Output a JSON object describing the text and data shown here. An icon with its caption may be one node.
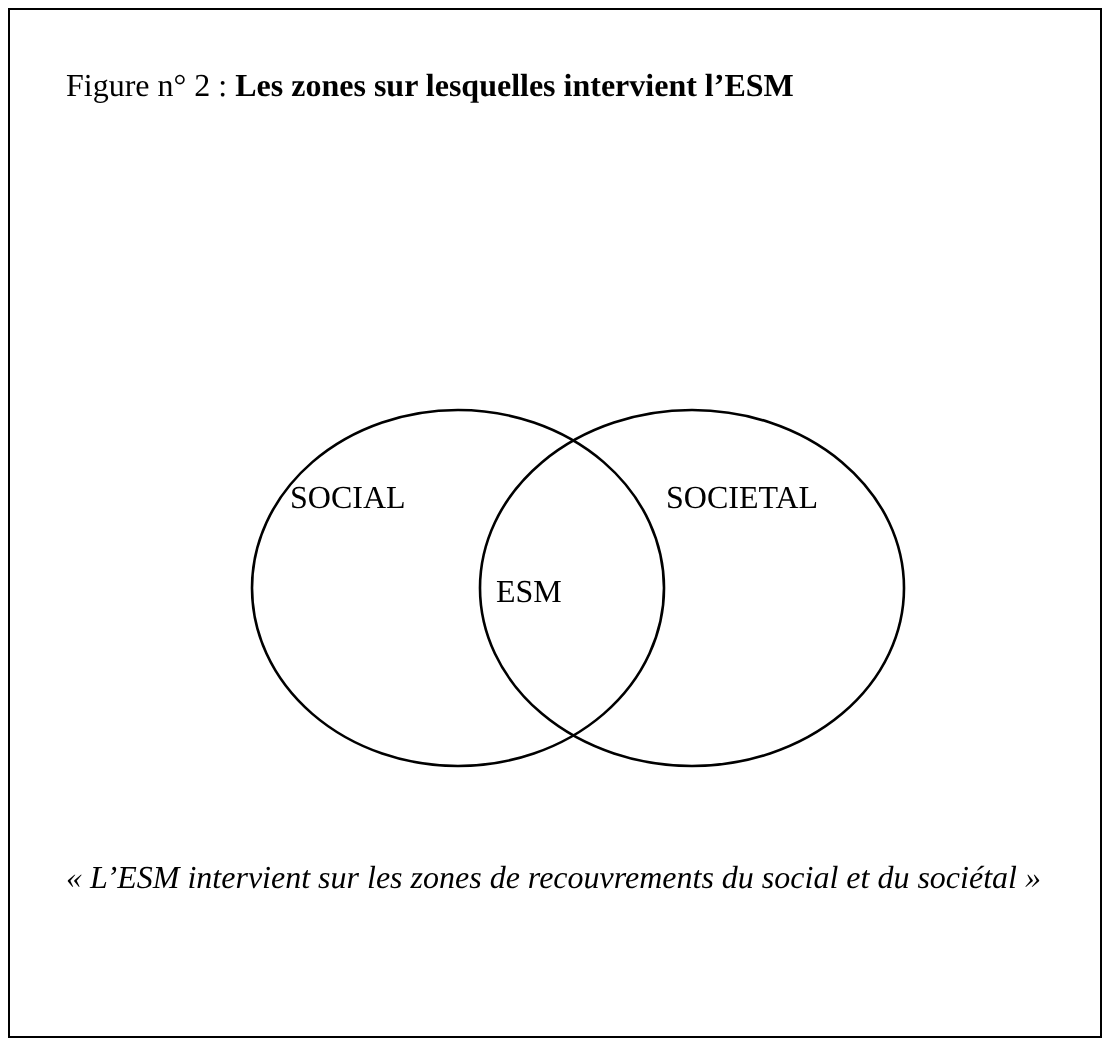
{
  "diagram": {
    "title": "Figure n° 2 : **Les zones sur lesquelles intervient l’ESM**",
    "nodes": [
      {
        "text": [
          "SOCIAL"
        ]
      },
      {
        "text": [
          "SOCIETAL"
        ]
      }
    ],
    "labels": [
      "ESM"
    ],
    "caption": "« L’ESM intervient sur les zones de recouvrements du social et du sociétal »"
  }
}
